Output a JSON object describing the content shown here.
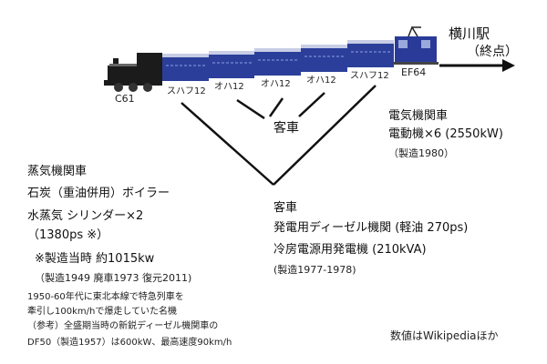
{
  "destination": {
    "station": "横川駅",
    "terminal": "（終点）"
  },
  "train_labels": {
    "steam": "C61",
    "cars": [
      "スハフ12",
      "オハ12",
      "オハ12",
      "オハ12",
      "スハフ12"
    ],
    "electric": "EF64"
  },
  "electric_loco": {
    "title": "電気機関車",
    "motors": "電動機×6 (2550kW)",
    "built": "（製造1980）"
  },
  "passenger_car": {
    "group_label": "客車",
    "title": "客車",
    "generator": "発電用ディーゼル機関 (軽油 270ps)",
    "cooling": "冷房電源用発電機 (210kVA)",
    "built": "(製造1977-1978)"
  },
  "steam_loco": {
    "title": "蒸気機関車",
    "boiler": "石炭（重油併用）ボイラー",
    "cylinder": "水蒸気 シリンダー×2",
    "ps": "（1380ps ※）",
    "note_output": "※製造当時 約1015kw",
    "built": "（製造1949 廃車1973 復元2011)",
    "history_1": "1950-60年代に東北本線で特急列車を",
    "history_2": "牽引し100km/hで爆走していた名機",
    "history_3": "（参考）全盛期当時の新鋭ディーゼル機関車の",
    "history_4": "DF50（製造1957）は600kW、最高速度90km/h"
  },
  "source_note": "数値はWikipediaほか",
  "colors": {
    "car_body": "#2b3f9a",
    "car_roof": "#c8cde6",
    "loco_body": "#2a3a98",
    "steam": "#1b1b1b"
  }
}
